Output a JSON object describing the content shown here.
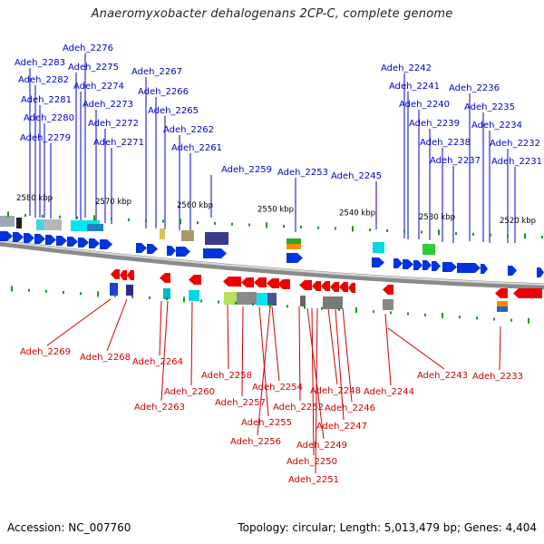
{
  "title": "Anaeromyxobacter dehalogenans 2CP-C, complete genome",
  "accession": "Accession: NC_007760",
  "summary": "Topology: circular; Length: 5,013,479 bp; Genes: 4,404",
  "colors": {
    "top_label": "#0000cc",
    "bottom_label": "#cc0000",
    "forward_gene": "#0033dd",
    "reverse_gene": "#ee0000",
    "tick": "#119911",
    "backbone": "#8a8a8a"
  },
  "scale_labels": [
    "2580 kbp",
    "2570 kbp",
    "2560 kbp",
    "2550 kbp",
    "2540 kbp",
    "2530 kbp",
    "2520 kbp"
  ],
  "top_labels": [
    "Adeh_2276",
    "Adeh_2283",
    "Adeh_2275",
    "Adeh_2282",
    "Adeh_2274",
    "Adeh_2281",
    "Adeh_2273",
    "Adeh_2280",
    "Adeh_2272",
    "Adeh_2279",
    "Adeh_2271",
    "Adeh_2267",
    "Adeh_2266",
    "Adeh_2265",
    "Adeh_2262",
    "Adeh_2261",
    "Adeh_2259",
    "Adeh_2253",
    "Adeh_2245",
    "Adeh_2242",
    "Adeh_2241",
    "Adeh_2240",
    "Adeh_2239",
    "Adeh_2238",
    "Adeh_2237",
    "Adeh_2236",
    "Adeh_2235",
    "Adeh_2234",
    "Adeh_2232",
    "Adeh_2231"
  ],
  "bottom_labels": [
    "Adeh_2269",
    "Adeh_2268",
    "Adeh_2264",
    "Adeh_2263",
    "Adeh_2260",
    "Adeh_2258",
    "Adeh_2257",
    "Adeh_2255",
    "Adeh_2256",
    "Adeh_2254",
    "Adeh_2252",
    "Adeh_2249",
    "Adeh_2250",
    "Adeh_2251",
    "Adeh_2248",
    "Adeh_2246",
    "Adeh_2247",
    "Adeh_2244",
    "Adeh_2243",
    "Adeh_2233"
  ]
}
